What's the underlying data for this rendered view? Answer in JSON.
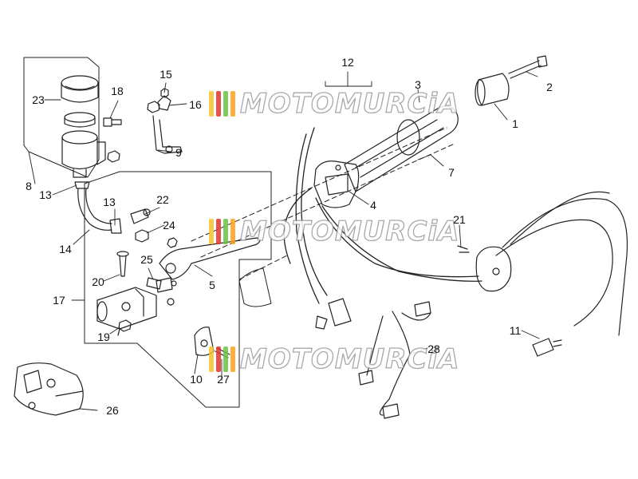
{
  "watermark": {
    "text": "MOTOMURCiA",
    "bar_colors": [
      "#f2c230",
      "#e5352b",
      "#6fbf4a",
      "#ff9f1a"
    ]
  },
  "callouts": {
    "c1": "1",
    "c2": "2",
    "c3": "3",
    "c4": "4",
    "c5": "5",
    "c7": "7",
    "c8": "8",
    "c9": "9",
    "c10": "10",
    "c11": "11",
    "c12": "12",
    "c13a": "13",
    "c13b": "13",
    "c14": "14",
    "c15": "15",
    "c16": "16",
    "c17": "17",
    "c18": "18",
    "c19": "19",
    "c20": "20",
    "c21": "21",
    "c22": "22",
    "c23": "23",
    "c24": "24",
    "c25": "25",
    "c26": "26",
    "c27": "27",
    "c28": "28"
  }
}
